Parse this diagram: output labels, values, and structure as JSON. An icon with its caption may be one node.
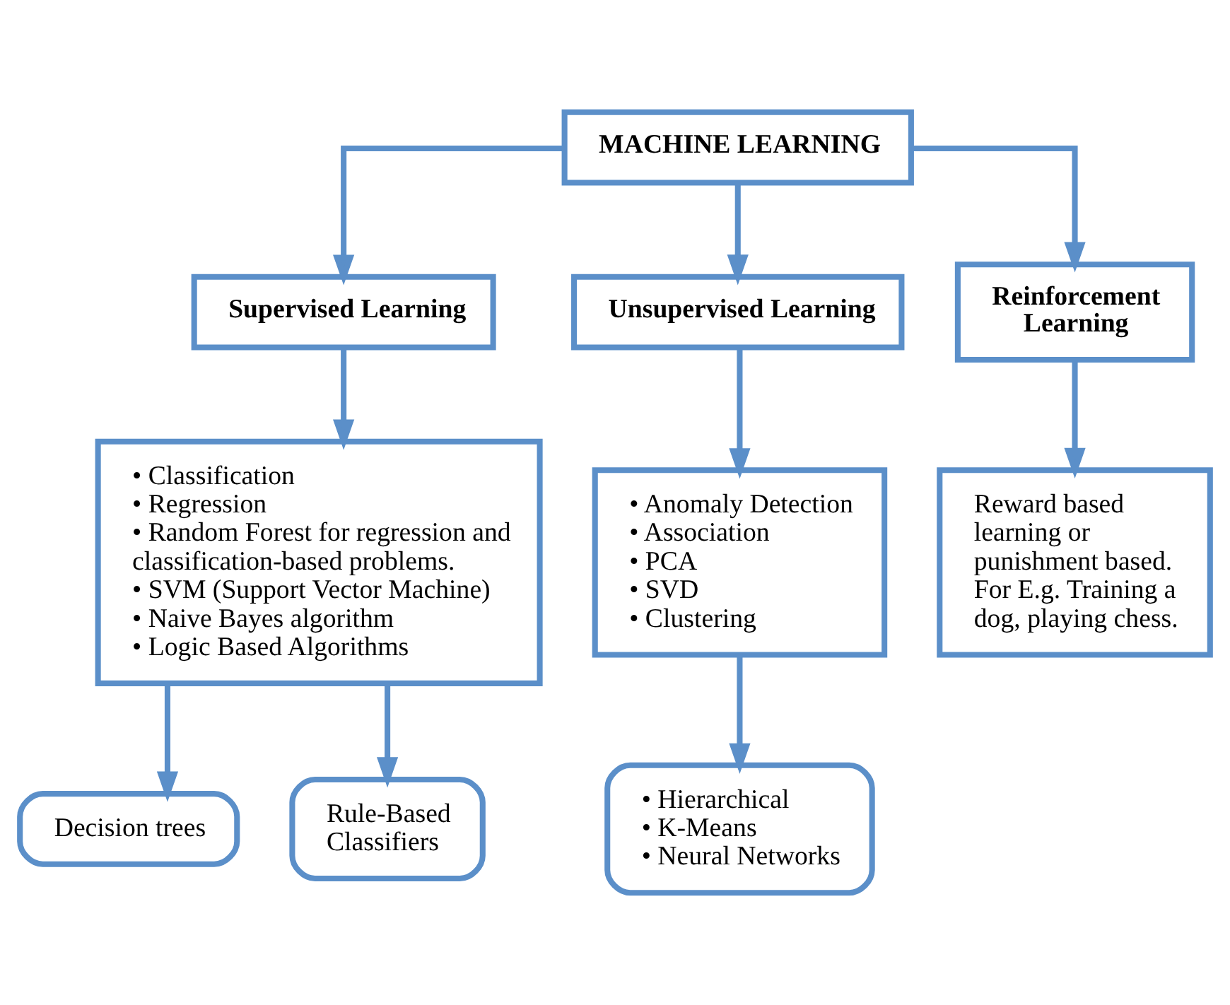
{
  "diagram": {
    "nodes": [
      {
        "text": [
          "MACHINE LEARNING"
        ]
      },
      {
        "text": [
          "Supervised Learning"
        ]
      },
      {
        "text": [
          "Unsupervised Learning"
        ]
      },
      {
        "text": [
          "Reinforcement Learning"
        ]
      },
      {
        "text": [
          "• Classification",
          "• Regression",
          "• Random Forest for regression and classification-based problems.",
          "• SVM (Support Vector Machine)",
          "• Naive Bayes algorithm",
          "• Logic Based Algorithms"
        ]
      },
      {
        "text": [
          "• Anomaly Detection",
          "• Association",
          "• PCA",
          "• SVD",
          "• Clustering"
        ]
      },
      {
        "text": [
          "Reward based learning or punishment based. For E.g. Training a dog, playing chess."
        ]
      },
      {
        "text": [
          "Decision trees"
        ]
      },
      {
        "text": [
          "Rule-Based Classifiers"
        ]
      },
      {
        "text": [
          "• Hierarchical",
          "• K-Means",
          "• Neural Networks"
        ]
      }
    ],
    "edges": [
      {
        "from": 0,
        "to": 1,
        "arrow": "to"
      },
      {
        "from": 0,
        "to": 2,
        "arrow": "to"
      },
      {
        "from": 0,
        "to": 3,
        "arrow": "to"
      },
      {
        "from": 1,
        "to": 4,
        "arrow": "to"
      },
      {
        "from": 2,
        "to": 5,
        "arrow": "to"
      },
      {
        "from": 3,
        "to": 6,
        "arrow": "to"
      },
      {
        "from": 4,
        "to": 7,
        "arrow": "to"
      },
      {
        "from": 4,
        "to": 8,
        "arrow": "to"
      },
      {
        "from": 5,
        "to": 9,
        "arrow": "to"
      }
    ]
  }
}
